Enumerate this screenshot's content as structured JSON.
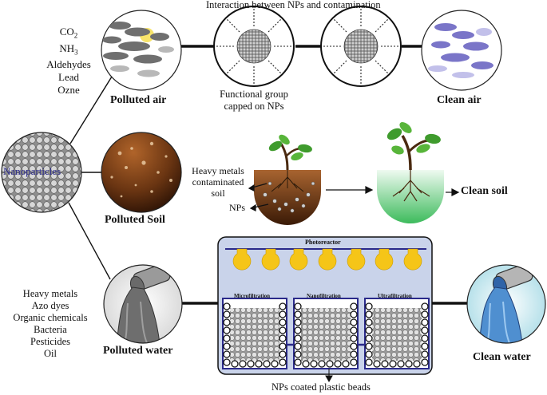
{
  "top_title": "Interaction between NPs and contamination",
  "nanoparticles_label": "Nanoparticles",
  "air": {
    "pollutants": [
      "CO",
      "NH",
      "Aldehydes",
      "Lead",
      "Ozne"
    ],
    "co2_sub": "2",
    "nh3_sub": "3",
    "polluted_label": "Polluted air",
    "clean_label": "Clean air",
    "functional_group_label_1": "Functional group",
    "functional_group_label_2": "capped on NPs"
  },
  "soil": {
    "polluted_label": "Polluted Soil",
    "heavy_metals_label_1": "Heavy metals",
    "heavy_metals_label_2": "contaminated",
    "heavy_metals_label_3": "soil",
    "nps_label": "NPs",
    "clean_label": "Clean soil"
  },
  "water": {
    "pollutants": [
      "Heavy metals",
      "Azo dyes",
      "Organic chemicals",
      "Bacteria",
      "Pesticides",
      "Oil"
    ],
    "polluted_label": "Polluted water",
    "clean_label": "Clean water",
    "photoreactor_label": "Photoreactor",
    "filters": [
      "Microfiltration",
      "Nanofiltration",
      "Ultrafiltration"
    ],
    "beads_label": "NPs coated plastic beads"
  },
  "colors": {
    "bulb": "#f5c518",
    "reactor_bg": "#c9d3ea",
    "pipe_blue": "#2a2a8a",
    "clean_water": "#4f8fd0",
    "clean_soil": "#48c068",
    "dirty_soil": "#6a3512"
  }
}
